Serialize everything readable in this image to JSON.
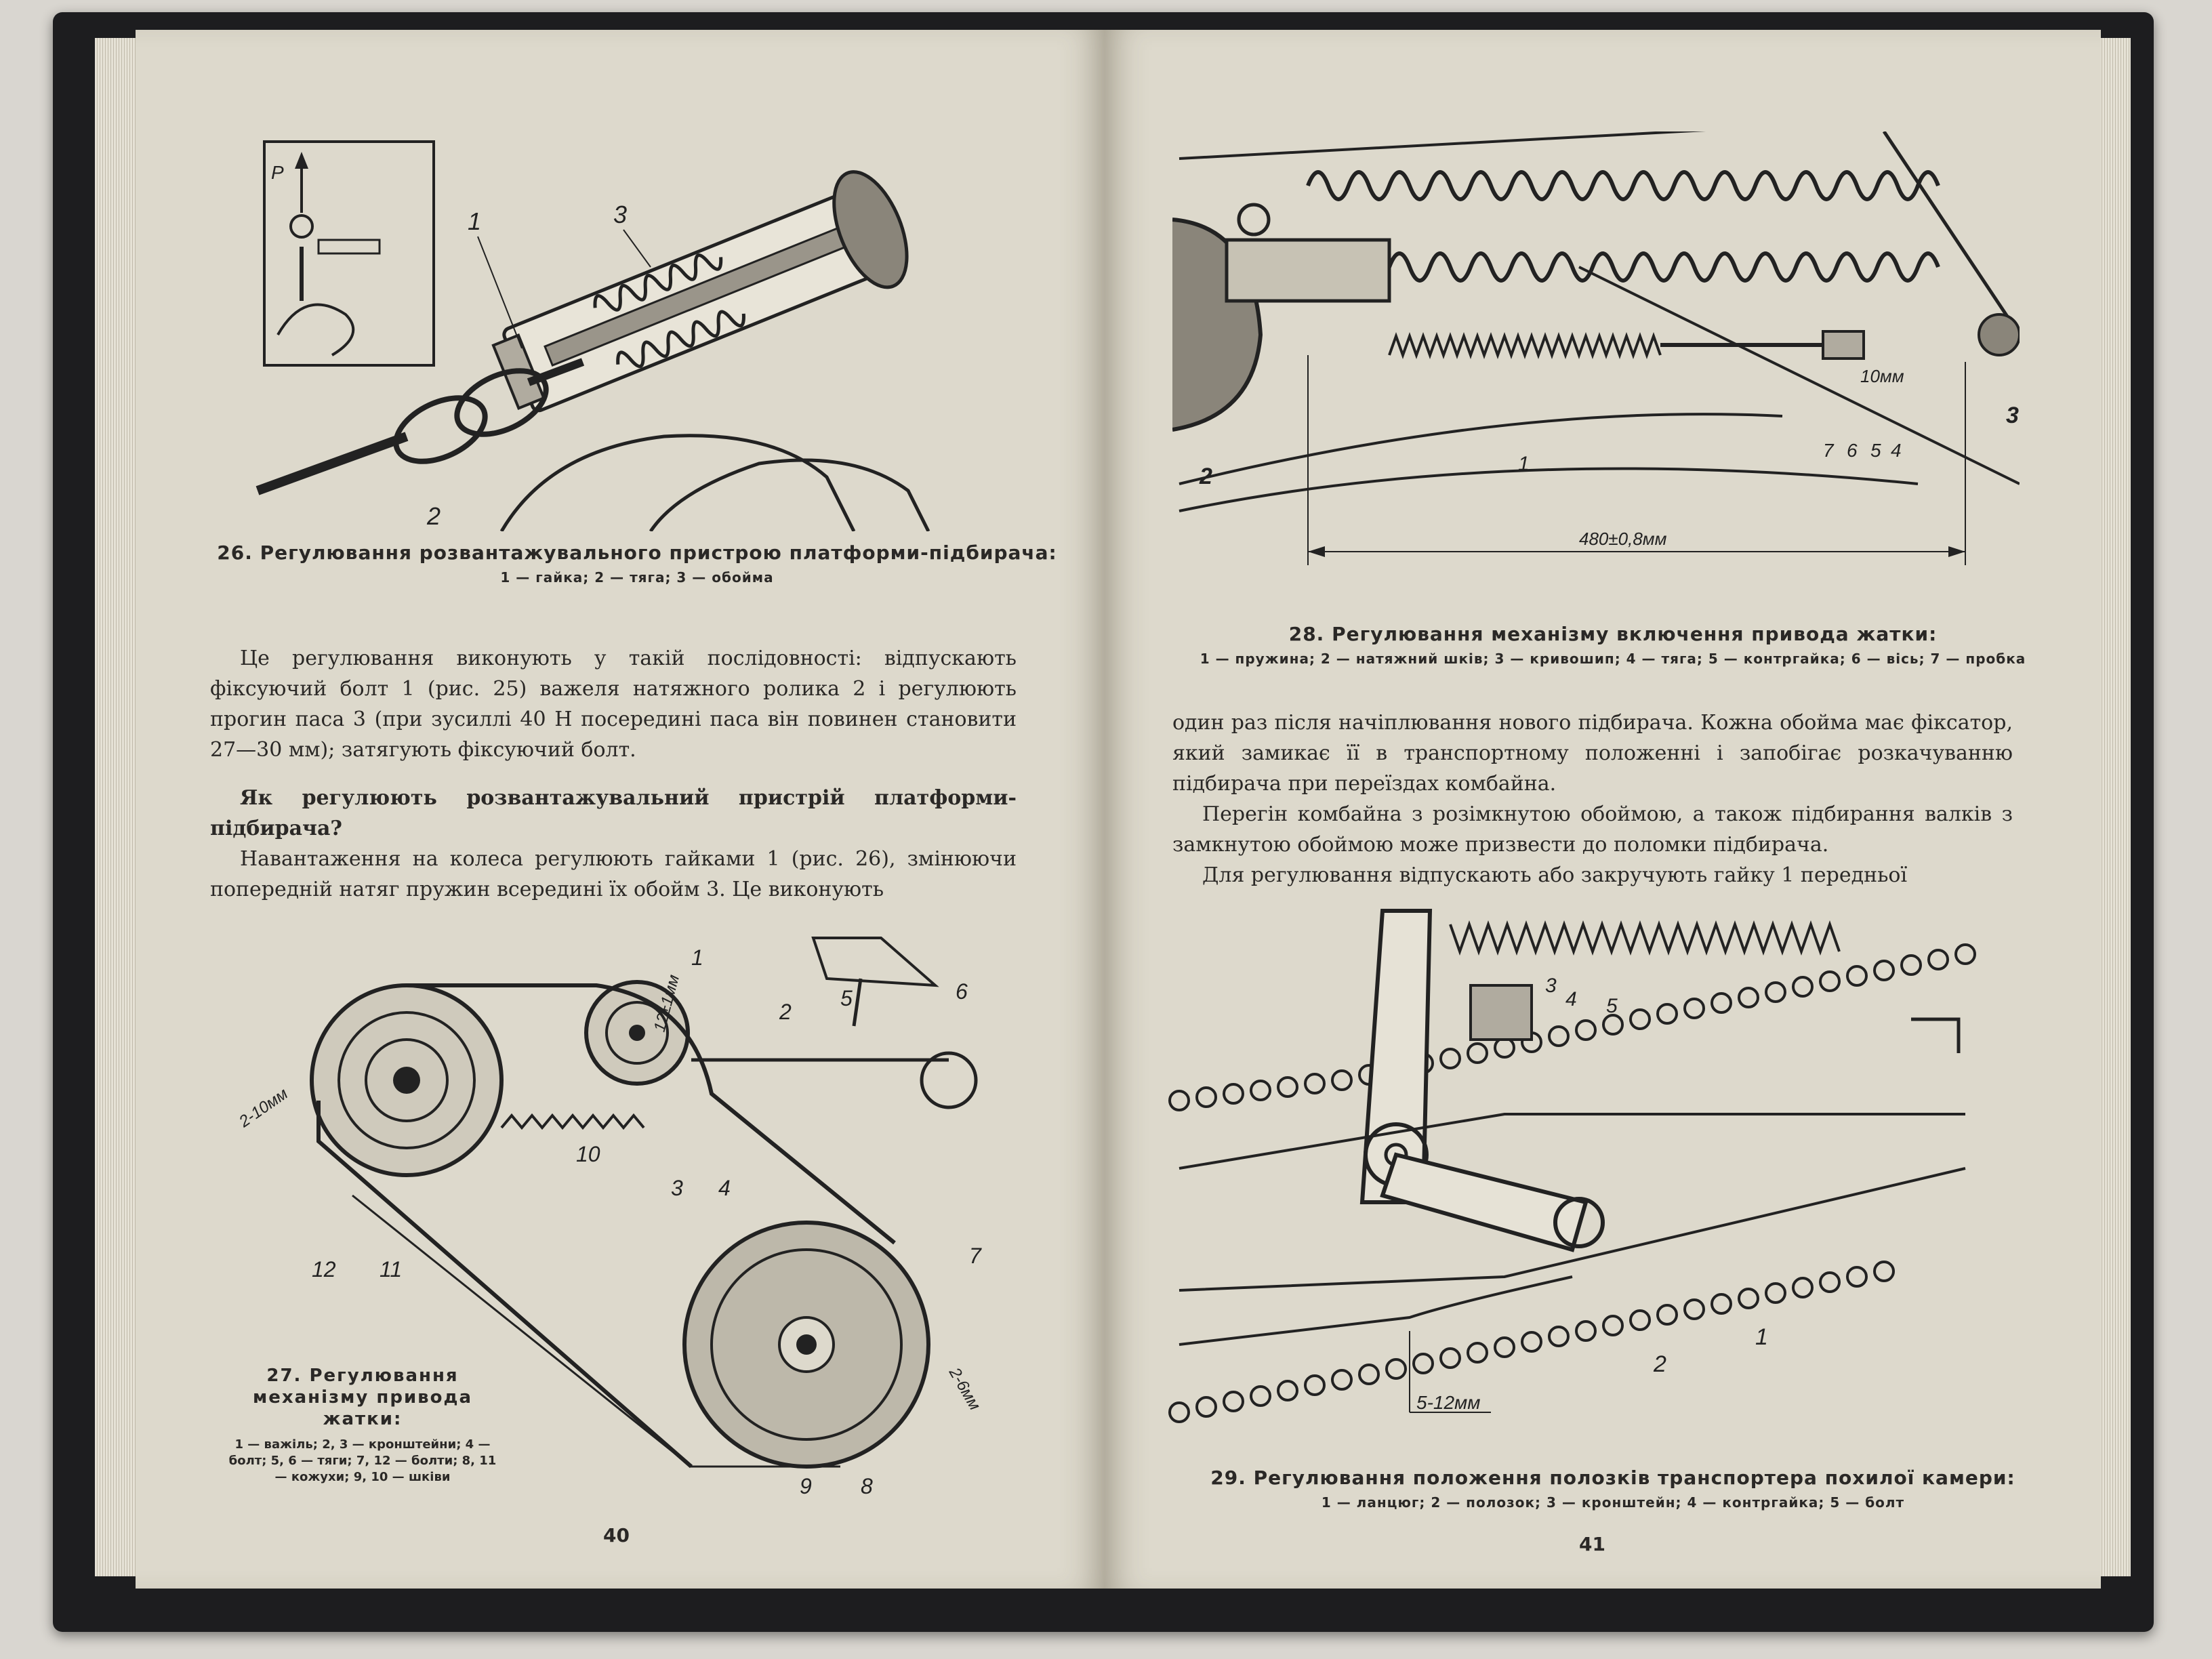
{
  "left_page": {
    "page_number": "40",
    "fig26": {
      "caption": "26. Регулювання розвантажувального пристрою платформи-підбирача:",
      "legend": "1 — гайка; 2 — тяга; 3 — обойма",
      "labels": [
        "1",
        "2",
        "3"
      ],
      "inset_label": "P"
    },
    "paragraph1": "Це регулювання виконують у такій послідовності: відпускають фіксуючий болт 1 (рис. 25) важеля натяжного ролика 2 і регулюють прогин паса 3 (при зусиллі 40 Н посередині паса він повинен становити 27—30 мм); затягують фіксуючий болт.",
    "question": "Як регулюють розвантажувальний пристрій платформи-підбирача?",
    "paragraph2": "Навантаження на колеса регулюють гайками 1 (рис. 26), змінюючи попередній натяг пружин всередині їх обойм 3. Це виконують",
    "fig27": {
      "caption": "27. Регулювання механізму привода жатки:",
      "legend": "1 — важіль; 2, 3 — кронштейни; 4 — болт; 5, 6 — тяги; 7, 12 — болти; 8, 11 — кожухи; 9, 10 — шківи",
      "labels": [
        "1",
        "2",
        "3",
        "4",
        "5",
        "6",
        "7",
        "8",
        "9",
        "10",
        "11",
        "12"
      ],
      "dims": [
        "12±1мм",
        "2-10мм",
        "2-6мм"
      ]
    }
  },
  "right_page": {
    "page_number": "41",
    "fig28": {
      "caption": "28. Регулювання механізму включення привода жатки:",
      "legend": "1 — пружина; 2 — натяжний шків; 3 — кривошип; 4 — тяга; 5 — контргайка; 6 — вісь; 7 — пробка",
      "labels": [
        "1",
        "2",
        "3",
        "7",
        "6",
        "5",
        "4"
      ],
      "dims": [
        "10мм",
        "480±0,8мм"
      ]
    },
    "paragraph1": "один раз після начіплювання нового підбирача. Кожна обойма має фіксатор, який замикає її в транспортному положенні і запобігає розкачуванню підбирача при переїздах комбайна.",
    "paragraph2": "Перегін комбайна з розімкнутою обоймою, а також підбирання валків з замкнутою обоймою може призвести до поломки підбирача.",
    "paragraph3": "Для регулювання відпускають або закручують гайку 1 передньої",
    "fig29": {
      "caption": "29. Регулювання положення полозків транспортера похилої камери:",
      "legend": "1 — ланцюг; 2 — полозок; 3 — кронштейн; 4 — контргайка; 5 — болт",
      "labels": [
        "1",
        "2",
        "3",
        "4",
        "5"
      ],
      "dims": [
        "5-12мм"
      ]
    }
  },
  "colors": {
    "paper": "#ddd9cc",
    "cover": "#1d1d1f",
    "ink": "#2a2826"
  }
}
